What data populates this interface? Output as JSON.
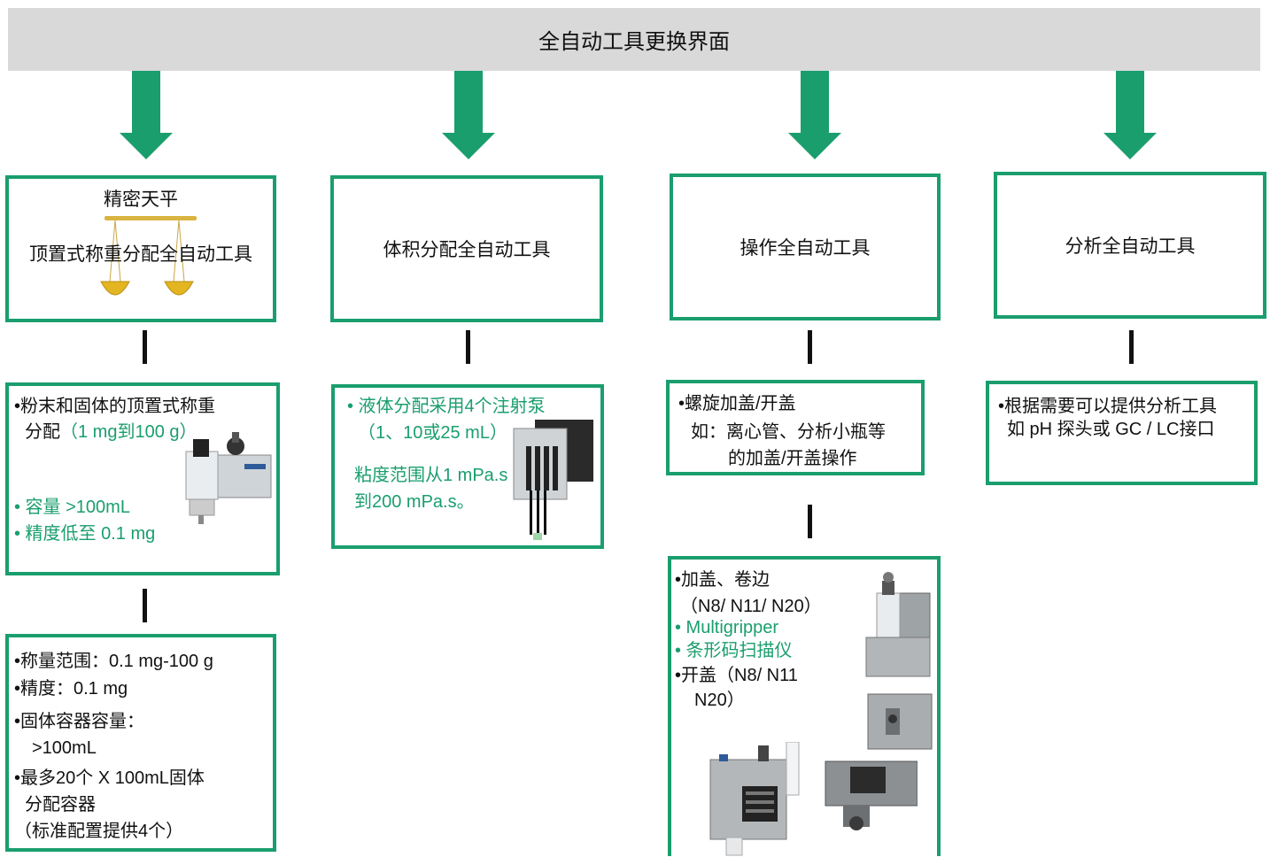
{
  "banner": {
    "title": "全自动工具更换界面"
  },
  "colors": {
    "green": "#1a9e6e",
    "banner_bg": "#d9d9d9"
  },
  "col1": {
    "header_top": "精密天平",
    "header_main": "顶置式称重分配全自动工具",
    "b1_line1": "•粉末和固体的顶置式称重",
    "b1_line2a": "分配",
    "b1_line2b": "（1 mg到100 g）",
    "b1_cap": "• 容量 >100mL",
    "b1_acc": "• 精度低至 0.1 mg",
    "b2_l1": "•称量范围：0.1 mg-100 g",
    "b2_l2": "•精度：0.1 mg",
    "b2_l3": "•固体容器容量：",
    "b2_l4": ">100mL",
    "b2_l5": "•最多20个 X 100mL固体",
    "b2_l6": "分配容器",
    "b2_l7": "（标准配置提供4个）"
  },
  "col2": {
    "header": "体积分配全自动工具",
    "b_l1": "• 液体分配采用4个注射泵",
    "b_l2": "（1、10或25 mL）",
    "b_l3": "粘度范围从1 mPa.s",
    "b_l4": "到200 mPa.s。"
  },
  "col3": {
    "header": "操作全自动工具",
    "b1_l1": "•螺旋加盖/开盖",
    "b1_l2": "如：离心管、分析小瓶等",
    "b1_l3": "的加盖/开盖操作",
    "b2_l1": "•加盖、卷边",
    "b2_l2": "（N8/ N11/ N20）",
    "b2_l3": "• Multigripper",
    "b2_l4": "• 条形码扫描仪",
    "b2_l5": "•开盖（N8/ N11",
    "b2_l6": "N20）"
  },
  "col4": {
    "header": "分析全自动工具",
    "b_l1": "•根据需要可以提供分析工具",
    "b_l2": "如 pH 探头或 GC / LC接口"
  }
}
